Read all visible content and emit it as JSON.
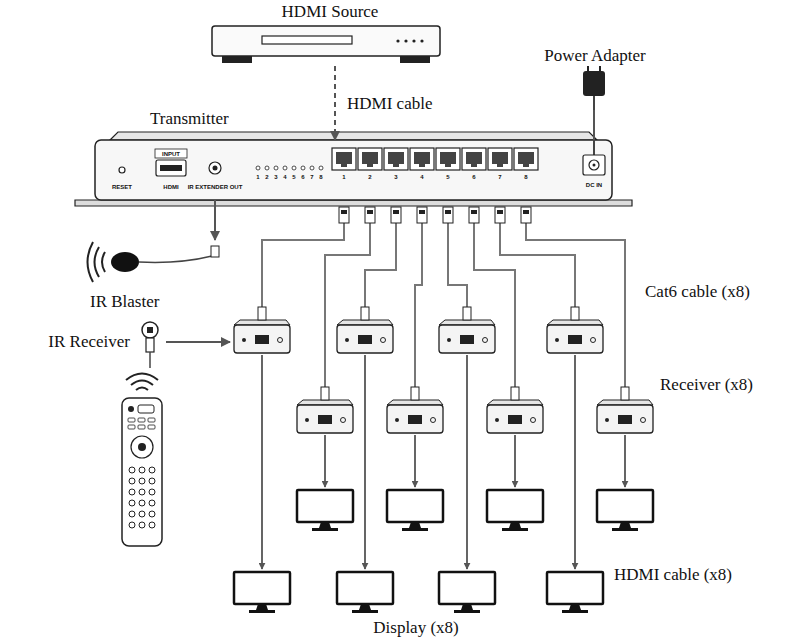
{
  "diagram": {
    "nodes": [
      {
        "text": [
          "HDMI Source"
        ]
      },
      {
        "text": [
          "Power Adapter"
        ]
      },
      {
        "text": [
          "Transmitter"
        ]
      },
      {
        "text": [
          "IR Blaster"
        ]
      },
      {
        "text": [
          "IR Receiver"
        ]
      }
    ],
    "edges": [
      {
        "from": 0,
        "to": 2,
        "arrow": "to",
        "label": "HDMI cable"
      },
      {
        "from": 1,
        "to": 2,
        "arrow": "none"
      },
      {
        "from": 2,
        "to": 3,
        "arrow": "to"
      }
    ],
    "labels": [
      "RESET",
      "INPUT",
      "HDMI",
      "IR EXTENDER OUT",
      "1",
      "2",
      "3",
      "4",
      "5",
      "6",
      "7",
      "8",
      "1",
      "2",
      "3",
      "4",
      "5",
      "6",
      "7",
      "8",
      "DC IN",
      "Cat6 cable (x8)",
      "Receiver (x8)",
      "HDMI cable (x8)",
      "Display (x8)"
    ]
  }
}
